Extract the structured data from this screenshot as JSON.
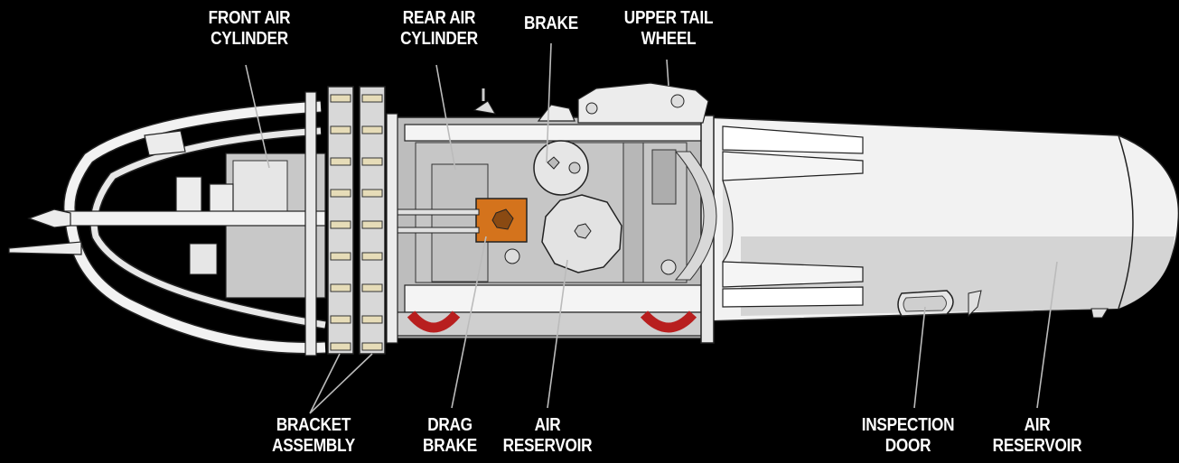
{
  "colors": {
    "background": "#000000",
    "body_light": "#f2f2f2",
    "body_shade": "#d0d0d0",
    "interior": "#c4c4c4",
    "outline": "#222222",
    "drag_brake": "#d4731c",
    "wheel_red": "#b81f1f",
    "leader": "#bbbbbb",
    "text": "#ffffff"
  },
  "labels": {
    "front_air_cylinder": [
      "FRONT AIR",
      "CYLINDER"
    ],
    "rear_air_cylinder": [
      "REAR AIR",
      "CYLINDER"
    ],
    "brake": [
      "BRAKE"
    ],
    "upper_tail_wheel": [
      "UPPER TAIL",
      "WHEEL"
    ],
    "bracket_assembly": [
      "BRACKET",
      "ASSEMBLY"
    ],
    "drag_brake": [
      "DRAG",
      "BRAKE"
    ],
    "air_reservoir_center": [
      "AIR",
      "RESERVOIR"
    ],
    "inspection_door": [
      "INSPECTION",
      "DOOR"
    ],
    "air_reservoir_right": [
      "AIR",
      "RESERVOIR"
    ]
  }
}
